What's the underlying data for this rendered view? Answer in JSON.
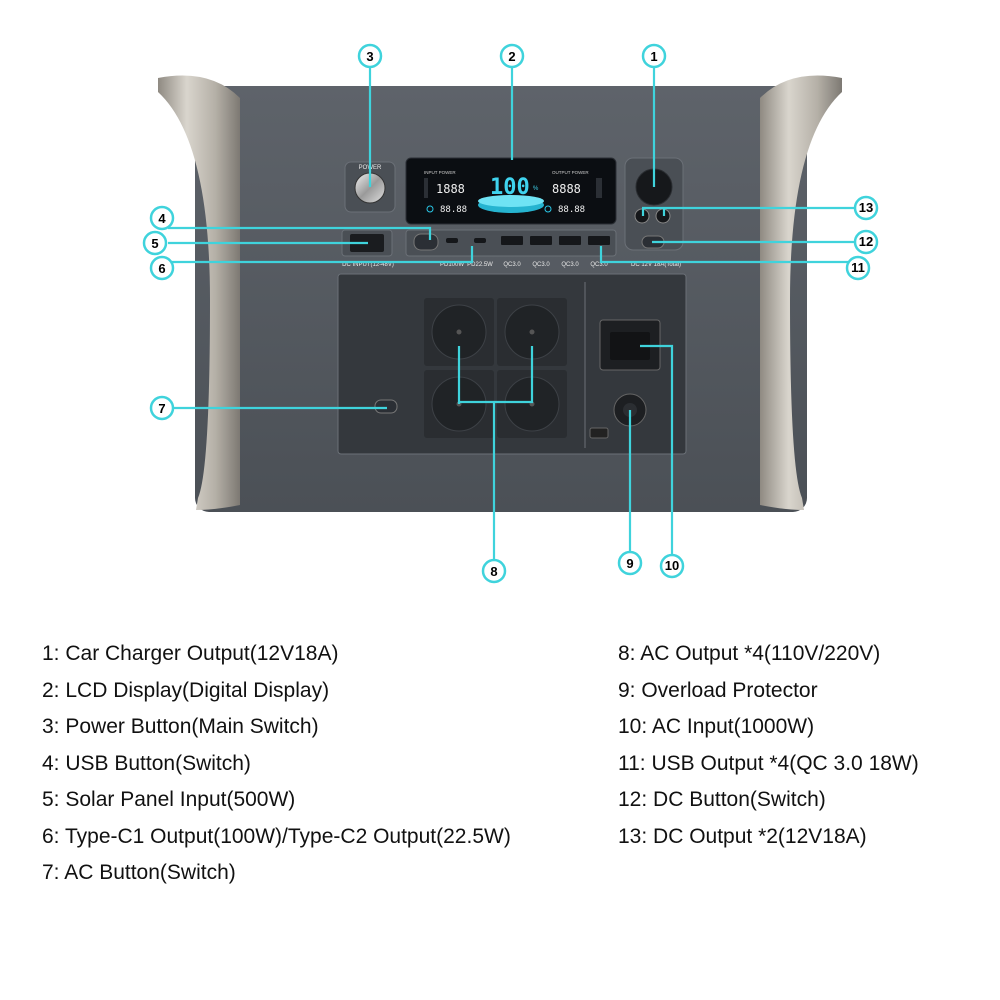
{
  "device": {
    "power_label": "POWER",
    "lcd": {
      "input_power_label": "INPUT POWER",
      "output_power_label": "OUTPUT POWER",
      "input_value": "1888",
      "output_value": "8888",
      "percent": "100",
      "percent_unit": "%",
      "left_small": "88.88",
      "right_small": "88.88"
    },
    "port_labels": {
      "dc_input": "DC INPUT(12-48V)",
      "pd100": "PD100W",
      "pd22": "PD22.5W",
      "qc1": "QC3.0",
      "qc2": "QC3.0",
      "qc3": "QC3.0",
      "qc4": "QC3.0",
      "dc_total": "DC 12V 18A(Total)"
    }
  },
  "callouts": [
    "1",
    "2",
    "3",
    "4",
    "5",
    "6",
    "7",
    "8",
    "9",
    "10",
    "11",
    "12",
    "13"
  ],
  "colors": {
    "leader_line": "#3fd3dc",
    "body": "#53585e",
    "handle": "#b9b4ab",
    "lcd_accent": "#29c6e6"
  },
  "legend": {
    "left": [
      "1: Car Charger Output(12V18A)",
      "2: LCD Display(Digital Display)",
      "3: Power Button(Main Switch)",
      "4: USB Button(Switch)",
      "5: Solar Panel Input(500W)",
      "6: Type-C1 Output(100W)/Type-C2 Output(22.5W)",
      "7: AC Button(Switch)"
    ],
    "right": [
      "8: AC Output *4(110V/220V)",
      "9: Overload Protector",
      "10: AC Input(1000W)",
      "11: USB Output *4(QC 3.0 18W)",
      "12: DC Button(Switch)",
      "13: DC Output *2(12V18A)"
    ]
  }
}
